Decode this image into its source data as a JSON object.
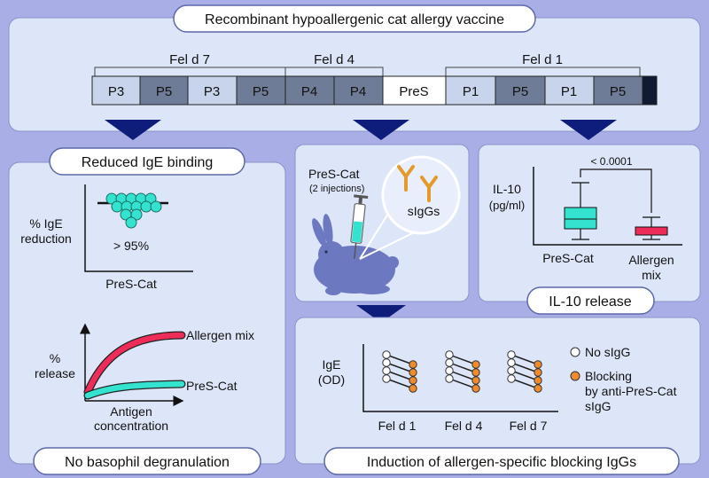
{
  "title": "Recombinant hypoallergenic cat allergy vaccine",
  "construct": {
    "groups": [
      "Fel d 7",
      "Fel d 4",
      "Fel d 1"
    ],
    "segments": [
      "P3",
      "P5",
      "P3",
      "P5",
      "P4",
      "P4",
      "PreS",
      "P1",
      "P5",
      "P1",
      "P5"
    ]
  },
  "ige_panel": {
    "title": "Reduced IgE binding",
    "ylabel_line1": "% IgE",
    "ylabel_line2": "reduction",
    "value_label": "> 95%",
    "xlabel": "PreS-Cat"
  },
  "basophil_panel": {
    "ylabel_line1": "%",
    "ylabel_line2": "release",
    "xlabel_line1": "Antigen",
    "xlabel_line2": "concentration",
    "curve_allergen": "Allergen mix",
    "curve_presc": "PreS-Cat",
    "caption": "No basophil degranulation"
  },
  "immunization": {
    "label_line1": "PreS-Cat",
    "label_line2": "(2 injections)",
    "antibody_label": "sIgGs"
  },
  "il10_panel": {
    "pvalue": "< 0.0001",
    "ylabel_line1": "IL-10",
    "ylabel_line2": "(pg/ml)",
    "x1": "PreS-Cat",
    "x2_line1": "Allergen",
    "x2_line2": "mix",
    "caption": "IL-10 release"
  },
  "blocking_panel": {
    "ylabel_line1": "IgE",
    "ylabel_line2": "(OD)",
    "groups": [
      "Fel d 1",
      "Fel d 4",
      "Fel d 7"
    ],
    "legend_none": "No sIgG",
    "legend_block_line1": "Blocking",
    "legend_block_line2": "by anti-PreS-Cat",
    "legend_block_line3": "sIgG",
    "caption": "Induction of allergen-specific blocking IgGs"
  },
  "colors": {
    "background": "#a9aee6",
    "panel": "#dde6f8",
    "segment_light": "#c7d4ec",
    "segment_dark": "#6f7c97",
    "arrow": "#0f1d7a",
    "cyan": "#33e3cf",
    "red": "#ee2c5a",
    "orange": "#f08a2c",
    "rabbit": "#6c78c0"
  }
}
